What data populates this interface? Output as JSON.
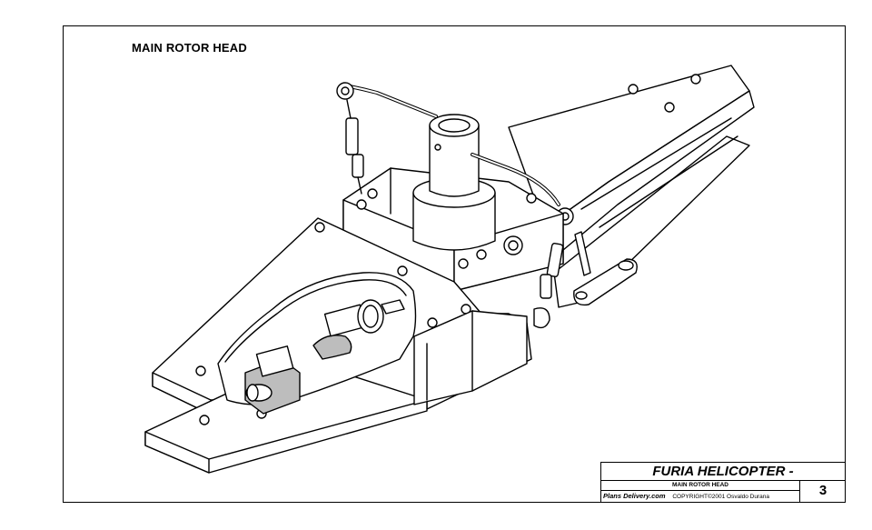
{
  "sheet": {
    "title": "MAIN ROTOR HEAD"
  },
  "title_block": {
    "project_title": "FURIA HELICOPTER -",
    "drawing_name": "MAIN ROTOR HEAD",
    "publisher": "Plans Delivery.com",
    "copyright": "COPYRIGHT©2001 Osvaldo Durana",
    "sheet_number": "3"
  },
  "drawing": {
    "line_color": "#000000",
    "fill_color": "#ffffff",
    "shade_color": "#bdbdbd",
    "icons": [
      "blade-grip-left",
      "blade-grip-right",
      "center-hub",
      "rotor-shaft",
      "pitch-link",
      "flybar-arm",
      "bolt-head"
    ]
  }
}
